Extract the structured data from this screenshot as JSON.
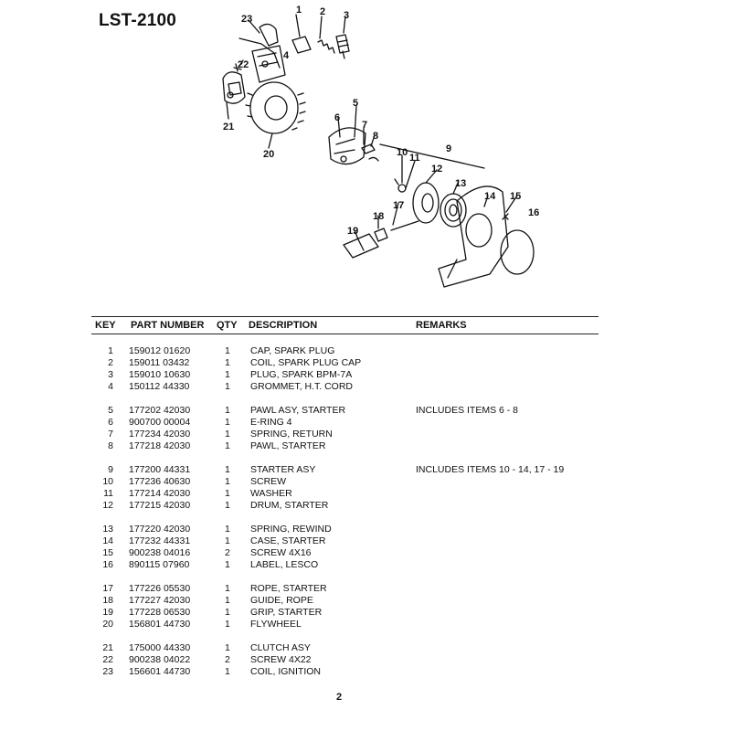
{
  "header": {
    "model": "LST-2100"
  },
  "diagram": {
    "callouts": [
      "1",
      "2",
      "3",
      "4",
      "5",
      "6",
      "7",
      "8",
      "9",
      "10",
      "11",
      "12",
      "13",
      "14",
      "15",
      "16",
      "17",
      "18",
      "19",
      "20",
      "21",
      "22",
      "23"
    ]
  },
  "table": {
    "columns": {
      "key": "KEY",
      "part": "PART NUMBER",
      "qty": "QTY",
      "desc": "DESCRIPTION",
      "remarks": "REMARKS"
    },
    "groups": [
      [
        {
          "key": "1",
          "part": "159012 01620",
          "qty": "1",
          "desc": "CAP, SPARK PLUG",
          "remarks": ""
        },
        {
          "key": "2",
          "part": "159011 03432",
          "qty": "1",
          "desc": "COIL, SPARK PLUG CAP",
          "remarks": ""
        },
        {
          "key": "3",
          "part": "159010 10630",
          "qty": "1",
          "desc": "PLUG, SPARK  BPM-7A",
          "remarks": ""
        },
        {
          "key": "4",
          "part": "150112 44330",
          "qty": "1",
          "desc": "GROMMET, H.T. CORD",
          "remarks": ""
        }
      ],
      [
        {
          "key": "5",
          "part": "177202 42030",
          "qty": "1",
          "desc": "PAWL ASY, STARTER",
          "remarks": "INCLUDES ITEMS 6 - 8"
        },
        {
          "key": "6",
          "part": "900700 00004",
          "qty": "1",
          "desc": "E-RING  4",
          "remarks": ""
        },
        {
          "key": "7",
          "part": "177234 42030",
          "qty": "1",
          "desc": "SPRING, RETURN",
          "remarks": ""
        },
        {
          "key": "8",
          "part": "177218 42030",
          "qty": "1",
          "desc": "PAWL, STARTER",
          "remarks": ""
        }
      ],
      [
        {
          "key": "9",
          "part": "177200 44331",
          "qty": "1",
          "desc": "STARTER ASY",
          "remarks": "INCLUDES ITEMS 10 - 14, 17 - 19"
        },
        {
          "key": "10",
          "part": "177236 40630",
          "qty": "1",
          "desc": "SCREW",
          "remarks": ""
        },
        {
          "key": "11",
          "part": "177214 42030",
          "qty": "1",
          "desc": "WASHER",
          "remarks": ""
        },
        {
          "key": "12",
          "part": "177215 42030",
          "qty": "1",
          "desc": "DRUM, STARTER",
          "remarks": ""
        }
      ],
      [
        {
          "key": "13",
          "part": "177220 42030",
          "qty": "1",
          "desc": "SPRING, REWIND",
          "remarks": ""
        },
        {
          "key": "14",
          "part": "177232 44331",
          "qty": "1",
          "desc": "CASE, STARTER",
          "remarks": ""
        },
        {
          "key": "15",
          "part": "900238 04016",
          "qty": "2",
          "desc": "SCREW  4X16",
          "remarks": ""
        },
        {
          "key": "16",
          "part": "890115 07960",
          "qty": "1",
          "desc": "LABEL, LESCO",
          "remarks": ""
        }
      ],
      [
        {
          "key": "17",
          "part": "177226 05530",
          "qty": "1",
          "desc": "ROPE, STARTER",
          "remarks": ""
        },
        {
          "key": "18",
          "part": "177227 42030",
          "qty": "1",
          "desc": "GUIDE, ROPE",
          "remarks": ""
        },
        {
          "key": "19",
          "part": "177228 06530",
          "qty": "1",
          "desc": "GRIP, STARTER",
          "remarks": ""
        },
        {
          "key": "20",
          "part": "156801 44730",
          "qty": "1",
          "desc": "FLYWHEEL",
          "remarks": ""
        }
      ],
      [
        {
          "key": "21",
          "part": "175000 44330",
          "qty": "1",
          "desc": "CLUTCH ASY",
          "remarks": ""
        },
        {
          "key": "22",
          "part": "900238 04022",
          "qty": "2",
          "desc": "SCREW  4X22",
          "remarks": ""
        },
        {
          "key": "23",
          "part": "156601 44730",
          "qty": "1",
          "desc": "COIL, IGNITION",
          "remarks": ""
        }
      ]
    ]
  },
  "footer": {
    "page_number": "2"
  }
}
